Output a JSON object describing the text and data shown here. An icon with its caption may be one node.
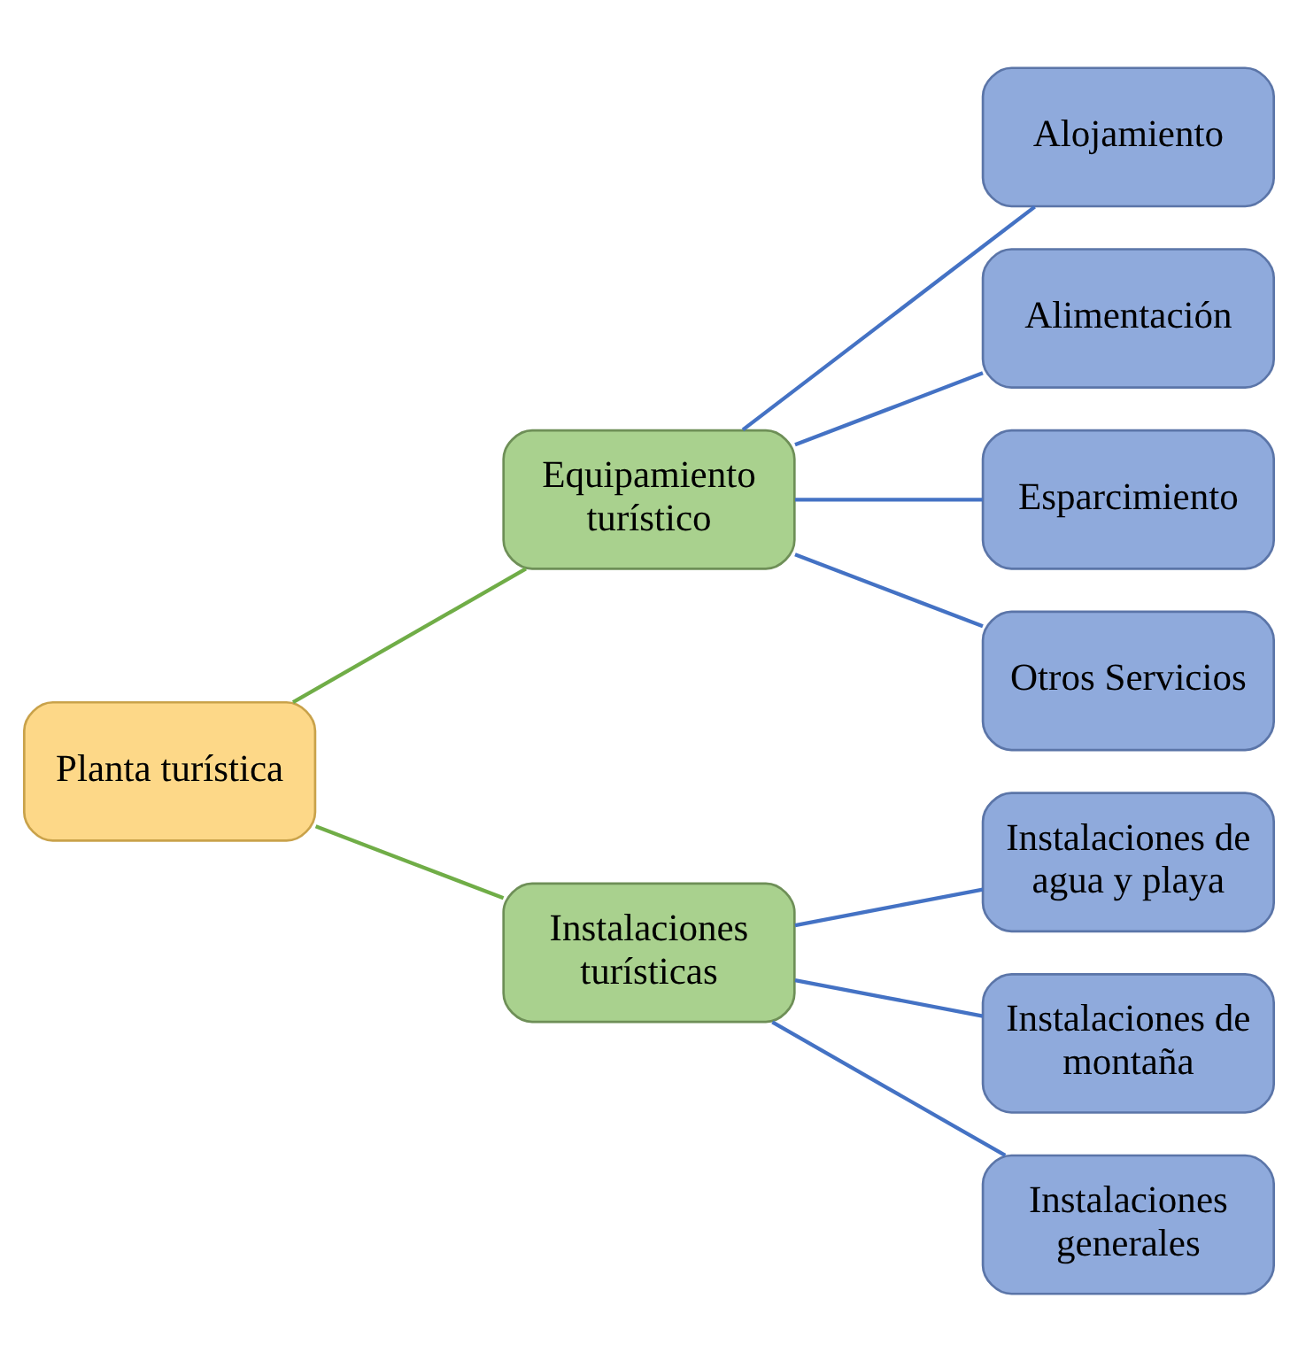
{
  "diagram": {
    "nodes": [
      {
        "text": [
          "Planta turística"
        ]
      },
      {
        "text": [
          "Equipamiento turístico"
        ]
      },
      {
        "text": [
          "Instalaciones turísticas"
        ]
      },
      {
        "text": [
          "Alojamiento"
        ]
      },
      {
        "text": [
          "Alimentación"
        ]
      },
      {
        "text": [
          "Esparcimiento"
        ]
      },
      {
        "text": [
          "Otros Servicios"
        ]
      },
      {
        "text": [
          "Instalaciones de agua y playa"
        ]
      },
      {
        "text": [
          "Instalaciones de montaña"
        ]
      },
      {
        "text": [
          "Instalaciones generales"
        ]
      }
    ],
    "edges": [
      {
        "from": 0,
        "to": 1,
        "arrow": "none",
        "color": "#70ad47"
      },
      {
        "from": 0,
        "to": 2,
        "arrow": "none",
        "color": "#70ad47"
      },
      {
        "from": 1,
        "to": 3,
        "arrow": "none"
      },
      {
        "from": 1,
        "to": 4,
        "arrow": "none"
      },
      {
        "from": 1,
        "to": 5,
        "arrow": "none"
      },
      {
        "from": 1,
        "to": 6,
        "arrow": "none"
      },
      {
        "from": 2,
        "to": 7,
        "arrow": "none"
      },
      {
        "from": 2,
        "to": 8,
        "arrow": "none"
      },
      {
        "from": 2,
        "to": 9,
        "arrow": "none"
      }
    ]
  }
}
